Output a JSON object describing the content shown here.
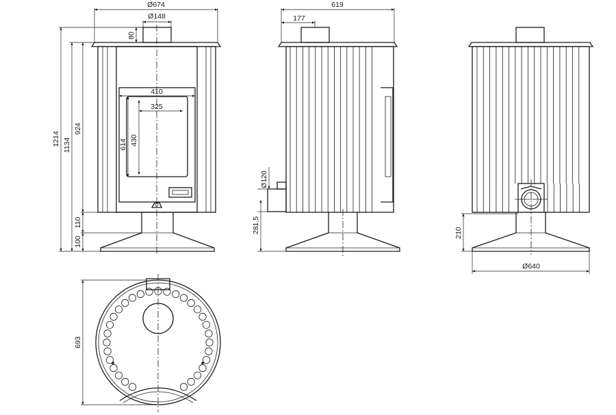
{
  "dimensions": {
    "front": {
      "body_diameter": "Ø674",
      "flue_diameter": "Ø148",
      "flue_height": "80",
      "total_height": "1214",
      "body_height": "1134",
      "door_height": "924",
      "plinth_height": "110",
      "base_height": "100",
      "door_width": "410",
      "glass_width": "325",
      "door_inner_height": "614",
      "glass_height": "430"
    },
    "side": {
      "depth": "619",
      "flue_offset": "177",
      "air_inlet_diameter": "Ø120",
      "air_inlet_height": "281,5"
    },
    "back": {
      "inlet_height": "210",
      "base_diameter": "Ø640"
    },
    "top": {
      "depth": "693"
    }
  }
}
